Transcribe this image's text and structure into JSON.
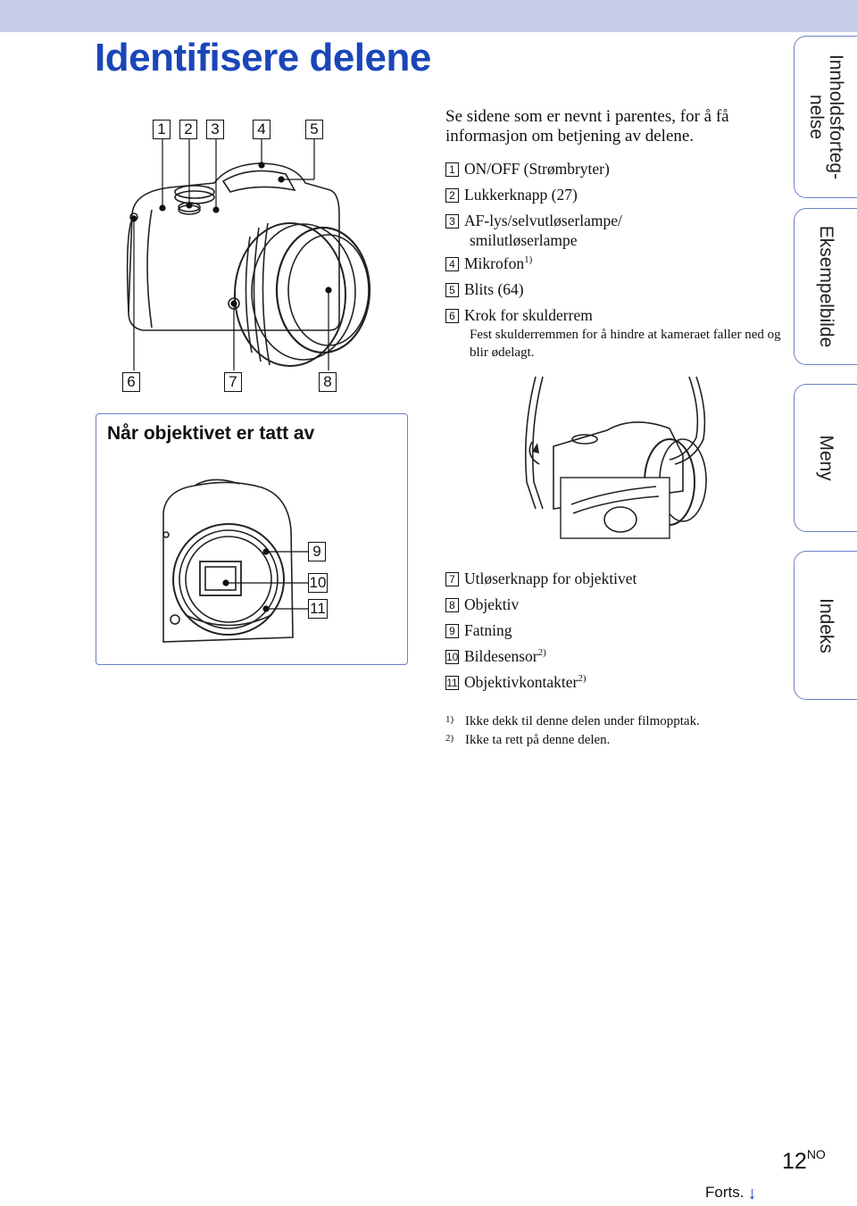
{
  "page": {
    "title": "Identifisere delene",
    "intro": "Se sidene som er nevnt i parentes, for å få informasjon om betjening av delene."
  },
  "callouts": [
    "1",
    "2",
    "3",
    "4",
    "5",
    "6",
    "7",
    "8",
    "9",
    "10",
    "11"
  ],
  "parts_top": [
    {
      "num": "1",
      "label": "ON/OFF (Strømbryter)"
    },
    {
      "num": "2",
      "label": "Lukkerknapp (27)"
    },
    {
      "num": "3",
      "label": "AF-lys/selvutløserlampe/",
      "label_cont": "smilutløserlampe"
    },
    {
      "num": "4",
      "label": "Mikrofon",
      "sup": "1)"
    },
    {
      "num": "5",
      "label": "Blits (64)"
    },
    {
      "num": "6",
      "label": "Krok for skulderrem",
      "note": "Fest skulderremmen for å hindre at kameraet faller ned og blir ødelagt."
    }
  ],
  "panel": {
    "title": "Når objektivet er tatt av"
  },
  "parts_bottom": [
    {
      "num": "7",
      "label": "Utløserknapp for objektivet"
    },
    {
      "num": "8",
      "label": "Objektiv"
    },
    {
      "num": "9",
      "label": "Fatning"
    },
    {
      "num": "10",
      "label": "Bildesensor",
      "sup": "2)"
    },
    {
      "num": "11",
      "label": "Objektivkontakter",
      "sup": "2)"
    }
  ],
  "footnotes": [
    {
      "mark": "1)",
      "text": "Ikke dekk til denne delen under filmopptak."
    },
    {
      "mark": "2)",
      "text": "Ikke ta rett på denne delen."
    }
  ],
  "side_tabs": [
    {
      "label_line1": "Innholdsforteg-",
      "label_line2": "nelse"
    },
    {
      "label_line1": "Eksempelbilde",
      "label_line2": ""
    },
    {
      "label_line1": "Meny",
      "label_line2": ""
    },
    {
      "label_line1": "Indeks",
      "label_line2": ""
    }
  ],
  "page_number": {
    "num": "12",
    "suffix": "NO"
  },
  "continue_label": "Forts."
}
